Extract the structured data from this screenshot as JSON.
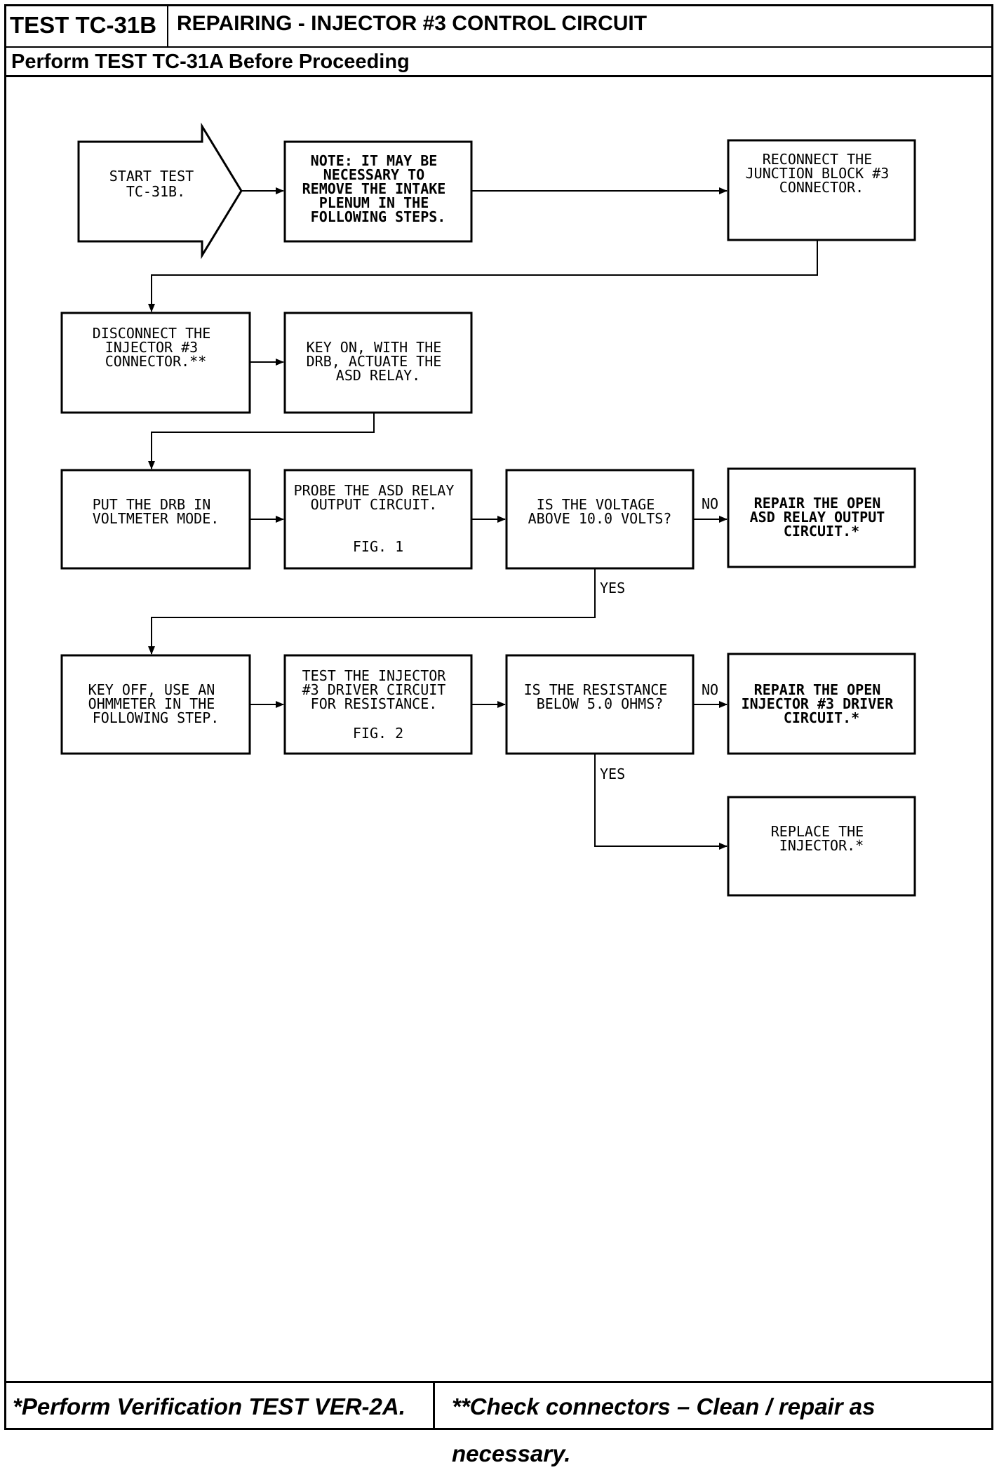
{
  "header": {
    "test_code": "TEST TC-31B",
    "title": "REPAIRING - INJECTOR #3 CONTROL CIRCUIT",
    "prerequisite": "Perform TEST TC-31A Before Proceeding"
  },
  "flowchart": {
    "start": [
      "START TEST",
      "TC-31B."
    ],
    "note": [
      "NOTE: IT MAY BE",
      "NECESSARY TO",
      "REMOVE THE INTAKE",
      "PLENUM IN THE",
      "FOLLOWING STEPS."
    ],
    "reconnect": [
      "RECONNECT THE",
      "JUNCTION BLOCK #3",
      "CONNECTOR."
    ],
    "disconnect": [
      "DISCONNECT THE",
      "INJECTOR #3",
      "CONNECTOR.**"
    ],
    "key_on": [
      "KEY ON, WITH THE",
      "DRB, ACTUATE THE",
      "ASD RELAY."
    ],
    "drb_mode": [
      "PUT THE DRB IN",
      "VOLTMETER MODE."
    ],
    "probe": [
      "PROBE THE ASD RELAY",
      "OUTPUT CIRCUIT.",
      "FIG. 1"
    ],
    "voltage_q": [
      "IS THE VOLTAGE",
      "ABOVE 10.0 VOLTS?"
    ],
    "repair_asd": [
      "REPAIR THE OPEN",
      "ASD RELAY OUTPUT",
      "CIRCUIT.*"
    ],
    "key_off": [
      "KEY OFF, USE AN",
      "OHMMETER IN THE",
      "FOLLOWING STEP."
    ],
    "test_driver": [
      "TEST THE INJECTOR",
      "#3 DRIVER CIRCUIT",
      "FOR RESISTANCE.",
      "FIG. 2"
    ],
    "resistance_q": [
      "IS THE RESISTANCE",
      "BELOW 5.0 OHMS?"
    ],
    "repair_driver": [
      "REPAIR THE OPEN",
      "INJECTOR #3 DRIVER",
      "CIRCUIT.*"
    ],
    "replace": [
      "REPLACE THE",
      "INJECTOR.*"
    ],
    "labels": {
      "no": "NO",
      "yes": "YES"
    }
  },
  "footer": {
    "left": "*Perform Verification TEST VER-2A.",
    "right": "**Check connectors – Clean / repair as necessary."
  }
}
